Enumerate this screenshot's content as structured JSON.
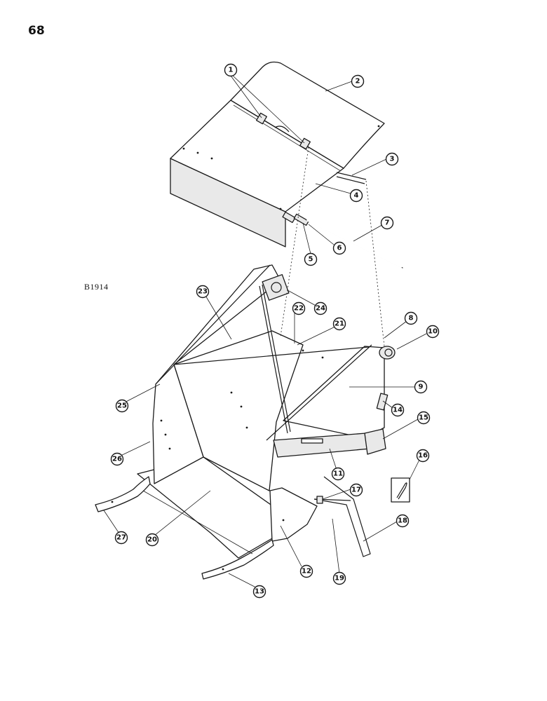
{
  "page": {
    "page_number": "68",
    "figure_code": "B1914"
  },
  "callouts": [
    {
      "number": "1"
    },
    {
      "number": "2"
    },
    {
      "number": "3"
    },
    {
      "number": "4"
    },
    {
      "number": "5"
    },
    {
      "number": "6"
    },
    {
      "number": "7"
    },
    {
      "number": "8"
    },
    {
      "number": "9"
    },
    {
      "number": "10"
    },
    {
      "number": "11"
    },
    {
      "number": "12"
    },
    {
      "number": "13"
    },
    {
      "number": "14"
    },
    {
      "number": "15"
    },
    {
      "number": "16"
    },
    {
      "number": "17"
    },
    {
      "number": "18"
    },
    {
      "number": "19"
    },
    {
      "number": "20"
    },
    {
      "number": "21"
    },
    {
      "number": "22"
    },
    {
      "number": "23"
    },
    {
      "number": "24"
    },
    {
      "number": "25"
    },
    {
      "number": "26"
    },
    {
      "number": "27"
    }
  ]
}
